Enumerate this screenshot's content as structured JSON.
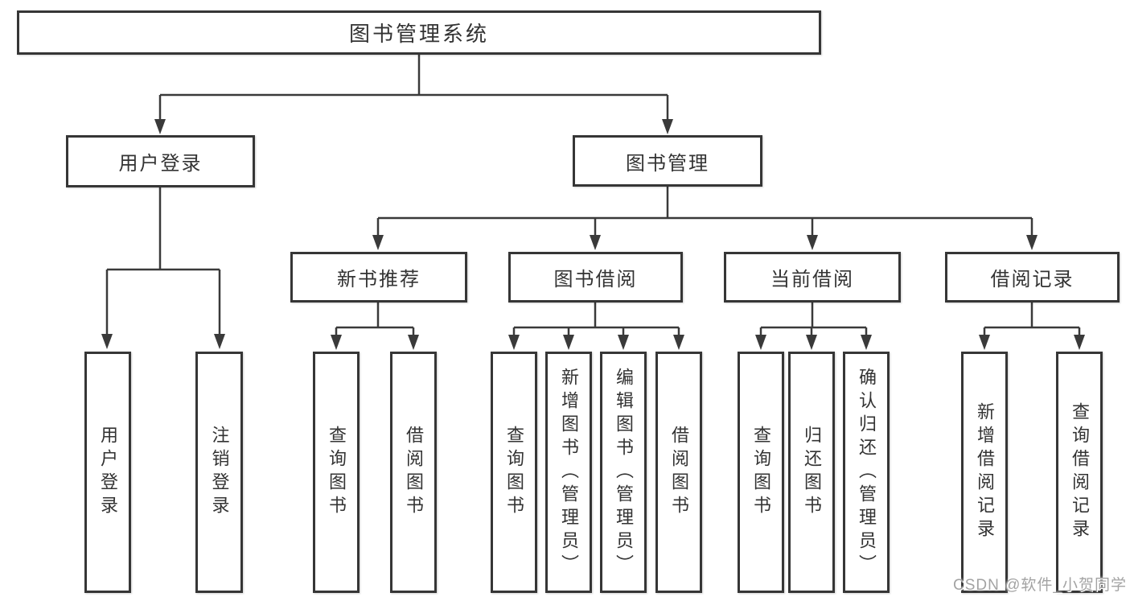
{
  "tree": {
    "label": "图书管理系统",
    "children": [
      {
        "label": "用户登录",
        "children": [
          {
            "label": "用户登录"
          },
          {
            "label": "注销登录"
          }
        ]
      },
      {
        "label": "图书管理",
        "children": [
          {
            "label": "新书推荐",
            "children": [
              {
                "label": "查询图书"
              },
              {
                "label": "借阅图书"
              }
            ]
          },
          {
            "label": "图书借阅",
            "children": [
              {
                "label": "查询图书"
              },
              {
                "label": "新增图书（管理员）"
              },
              {
                "label": "编辑图书（管理员）"
              },
              {
                "label": "借阅图书"
              }
            ]
          },
          {
            "label": "当前借阅",
            "children": [
              {
                "label": "查询图书"
              },
              {
                "label": "归还图书"
              },
              {
                "label": "确认归还（管理员）"
              }
            ]
          },
          {
            "label": "借阅记录",
            "children": [
              {
                "label": "新增借阅记录"
              },
              {
                "label": "查询借阅记录"
              }
            ]
          }
        ]
      }
    ]
  },
  "watermark": {
    "text": "CSDN @软件_小贺同学"
  },
  "colors": {
    "line": "#3a3a3a",
    "box_border": "#363636",
    "text": "#333333",
    "watermark": "#a3a3a3",
    "background": "#ffffff"
  }
}
